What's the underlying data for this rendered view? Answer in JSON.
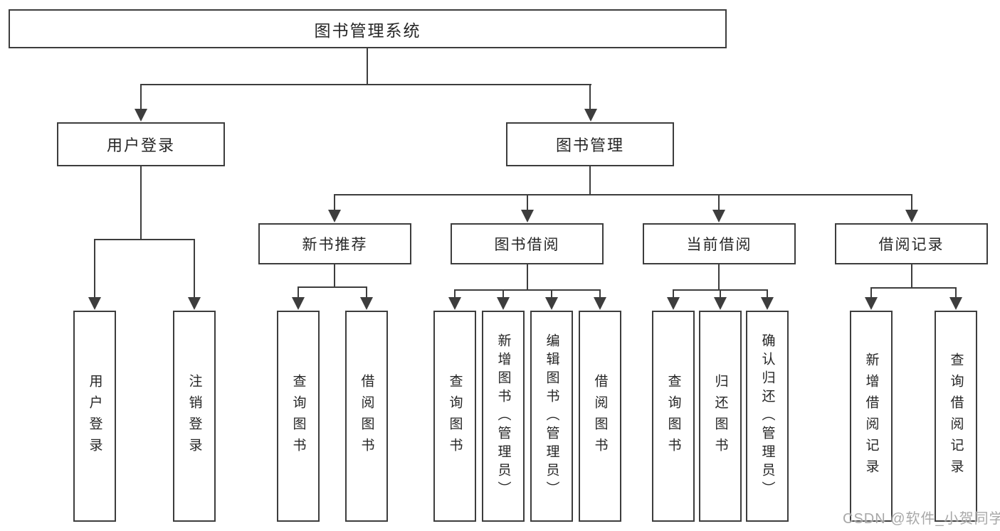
{
  "diagram": {
    "type": "hierarchy-tree",
    "root": {
      "label": "图书管理系统"
    },
    "level2": [
      {
        "label": "用户登录"
      },
      {
        "label": "图书管理"
      }
    ],
    "level3": [
      {
        "label": "新书推荐",
        "parent": "图书管理"
      },
      {
        "label": "图书借阅",
        "parent": "图书管理"
      },
      {
        "label": "当前借阅",
        "parent": "图书管理"
      },
      {
        "label": "借阅记录",
        "parent": "图书管理"
      }
    ],
    "leaves": [
      {
        "label": "用户登录",
        "parent": "用户登录"
      },
      {
        "label": "注销登录",
        "parent": "用户登录"
      },
      {
        "label": "查询图书",
        "parent": "新书推荐"
      },
      {
        "label": "借阅图书",
        "parent": "新书推荐"
      },
      {
        "label": "查询图书",
        "parent": "图书借阅"
      },
      {
        "label": "新增图书（管理员）",
        "parent": "图书借阅"
      },
      {
        "label": "编辑图书（管理员）",
        "parent": "图书借阅"
      },
      {
        "label": "借阅图书",
        "parent": "图书借阅"
      },
      {
        "label": "查询图书",
        "parent": "当前借阅"
      },
      {
        "label": "归还图书",
        "parent": "当前借阅"
      },
      {
        "label": "确认归还（管理员）",
        "parent": "当前借阅"
      },
      {
        "label": "新增借阅记录",
        "parent": "借阅记录"
      },
      {
        "label": "查询借阅记录",
        "parent": "借阅记录"
      }
    ]
  },
  "watermark": {
    "text": "CSDN @软件_小贺同学"
  },
  "colors": {
    "box_border": "#3d3d3d",
    "connector": "#3d3d3d",
    "text": "#262626",
    "background": "#ffffff",
    "watermark": "#9e9e9e"
  }
}
